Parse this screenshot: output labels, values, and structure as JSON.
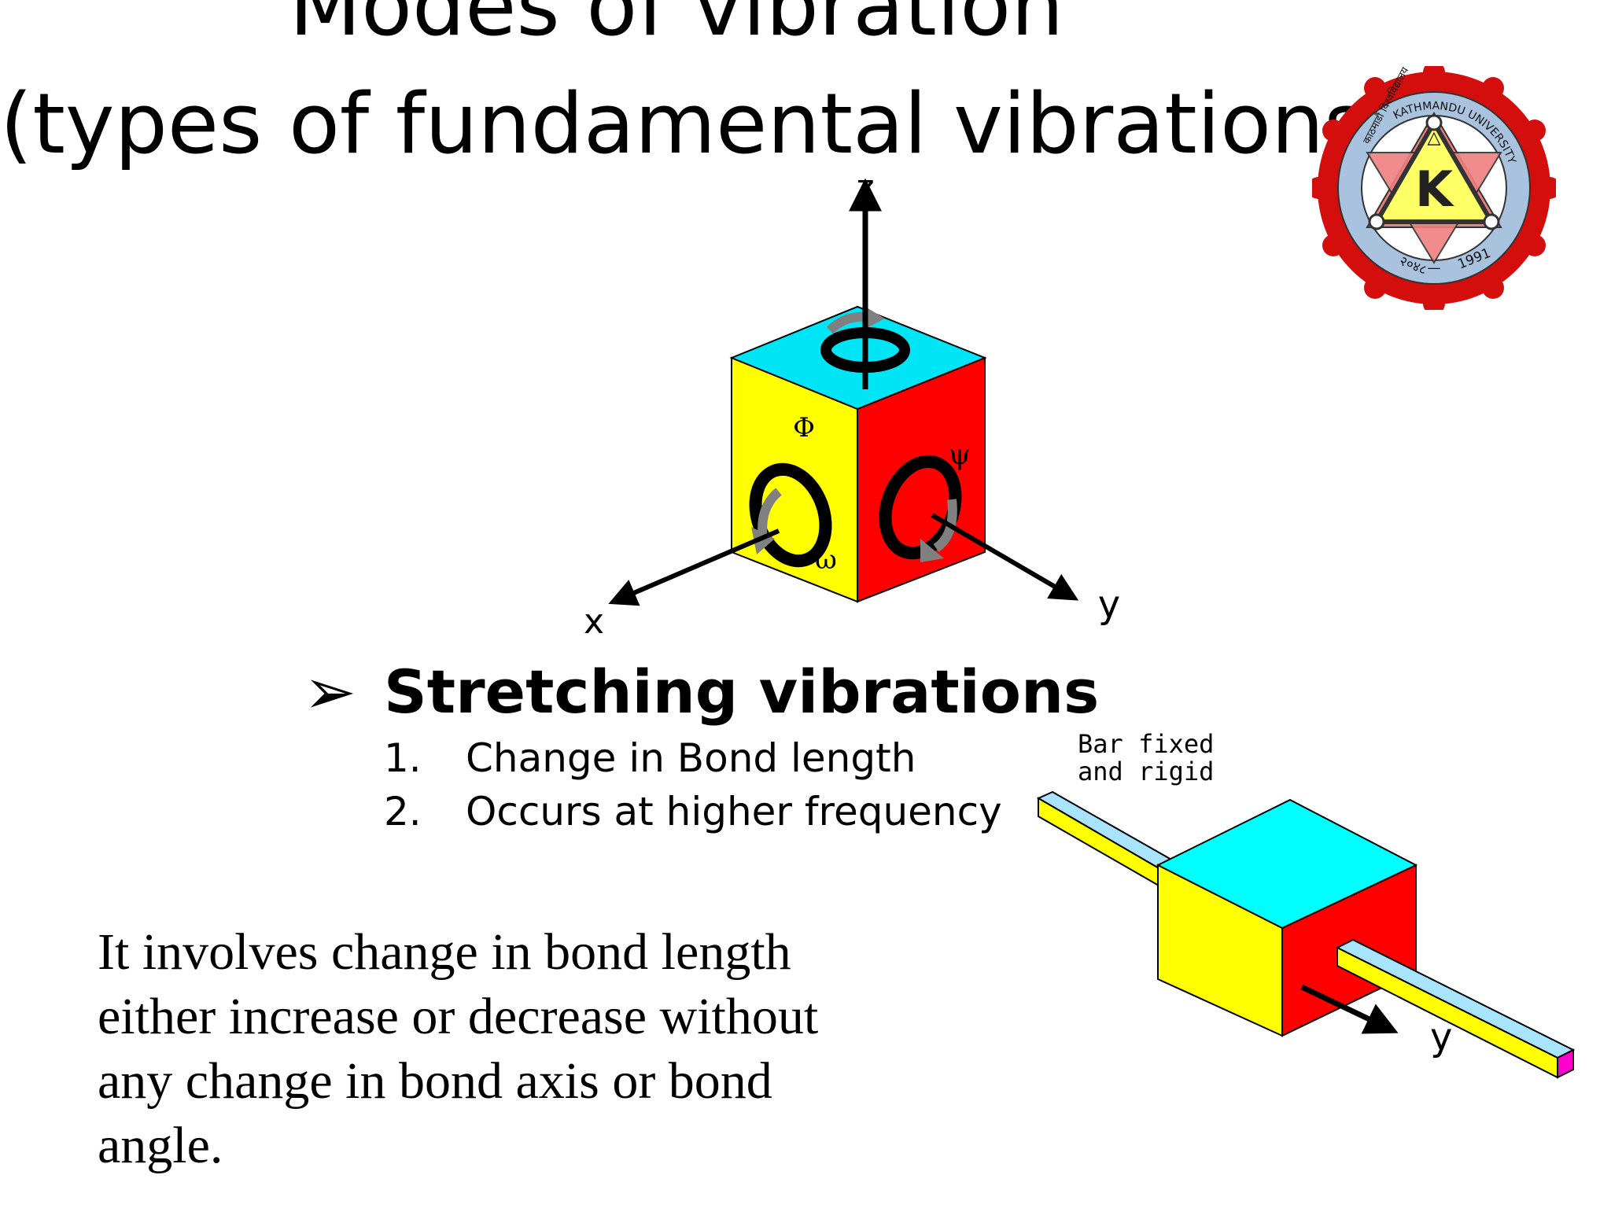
{
  "title": {
    "line1": "Modes of vibration",
    "line2": "(types of fundamental vibrations)"
  },
  "axes_diagram": {
    "x_label": "x",
    "y_label": "y",
    "z_label": "z",
    "phi": "Φ",
    "psi": "ψ",
    "omega": "ω",
    "colors": {
      "top": "#00e5f5",
      "left": "#ffff00",
      "right": "#ff0000"
    }
  },
  "bullet": {
    "marker": "➢",
    "heading": "Stretching vibrations",
    "items": [
      {
        "num": "1.",
        "text": "Change in Bond length"
      },
      {
        "num": "2.",
        "text": "Occurs at higher frequency"
      }
    ]
  },
  "paragraph": "It involves change in bond length either increase or decrease without any change in bond axis or bond angle.",
  "bar_diagram": {
    "label_line1": "Bar fixed",
    "label_line2": "and rigid",
    "y_label": "y",
    "colors": {
      "top": "#00ffff",
      "left": "#ffff00",
      "right": "#ff0000",
      "bar_end": "#ff00cc"
    }
  },
  "logo": {
    "text_top": "KATHMANDU UNIVERSITY",
    "text_left": "काठमाडौं विश्वविद्यालय",
    "year_left": "२०४८",
    "year_right": "1991",
    "initial": "K",
    "colors": {
      "ring": "#d40d0d",
      "inner": "#a9c3df",
      "triangle": "#ffff66",
      "star": "#f08080"
    }
  }
}
